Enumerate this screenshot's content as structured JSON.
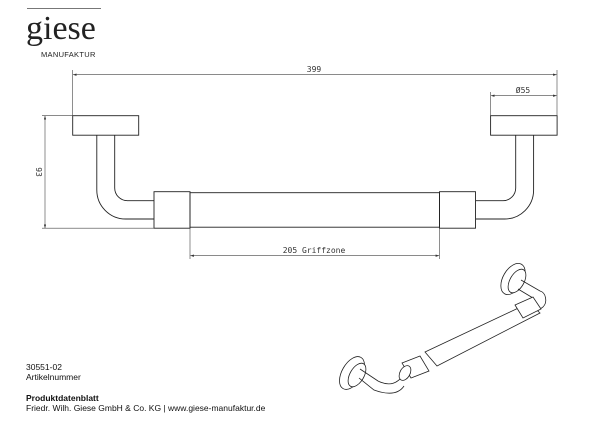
{
  "logo": {
    "word": "giese",
    "sub": "MANUFAKTUR"
  },
  "dimensions": {
    "total_length": "399",
    "flange_diameter": "Ø55",
    "height": "93",
    "grip_zone": "205 Griffzone"
  },
  "info": {
    "article_number": "30551-02",
    "article_label": "Artikelnummer",
    "sheet_title": "Produktdatenblatt",
    "company_line": "Friedr. Wilh. Giese GmbH & Co. KG | www.giese-manufaktur.de"
  }
}
